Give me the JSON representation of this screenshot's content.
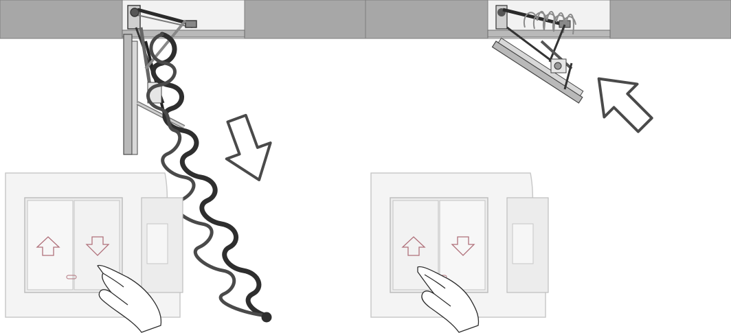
{
  "panels": [
    {
      "id": "left",
      "stair_state": "unfolded",
      "motion_arrow": "down-right",
      "pressed_button": "down"
    },
    {
      "id": "right",
      "stair_state": "folded",
      "motion_arrow": "up-left",
      "pressed_button": "up"
    }
  ],
  "colors": {
    "ceiling": "#a7a7a7",
    "ceiling_edge": "#8c8c8c",
    "metal": "#b8b8b8",
    "dark_metal": "#3a3a3a",
    "chain": "#2e2e2e",
    "switch_plate": "#f4f4f4",
    "switch_border": "#c9c9c9",
    "arrow_symbol": "#b0707a",
    "outline": "#555555"
  },
  "icons": [
    "up-arrow-icon",
    "down-arrow-icon",
    "hand-icon",
    "motion-arrow-icon",
    "ceiling-icon",
    "attic-ladder-icon"
  ]
}
